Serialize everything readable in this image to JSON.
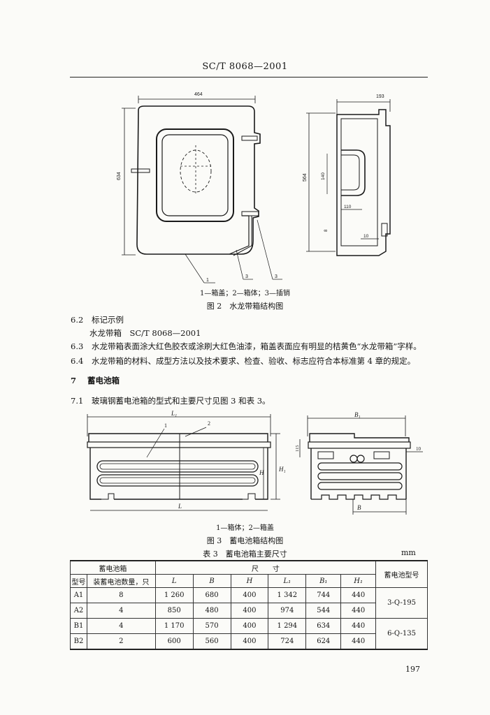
{
  "header": {
    "title": "SC/T 8068—2001"
  },
  "figure2": {
    "dim_width": "464",
    "dim_height_left": "634",
    "dim_right_width": "193",
    "dim_height_right": "564",
    "dim_140": "140",
    "dim_110": "110",
    "dim_8": "8",
    "dim_10": "10",
    "callouts": [
      "1",
      "3",
      "3"
    ],
    "legend": "1—箱盖；2—箱体；3—插销",
    "caption": "图 2　水龙带箱结构图"
  },
  "section6_2": {
    "num": "6.2",
    "title": "标记示例",
    "example": "水龙带箱　SC/T 8068—2001"
  },
  "section6_3": {
    "num": "6.3",
    "text": "水龙带箱表面涂大红色胶衣或涂刷大红色油漆，箱盖表面应有明显的桔黄色“水龙带箱”字样。"
  },
  "section6_4": {
    "num": "6.4",
    "text": "水龙带箱的材料、成型方法以及技术要求、检查、验收、标志应符合本标准第 4 章的规定。"
  },
  "section7": {
    "num": "7",
    "title": "蓄电池箱"
  },
  "section7_1": {
    "num": "7.1",
    "text": "玻璃钢蓄电池箱的型式和主要尺寸见图 3 和表 3。"
  },
  "figure3": {
    "label_L1": "L₁",
    "label_L": "L",
    "label_H": "H",
    "label_H1": "H₁",
    "label_B1": "B₁",
    "label_B": "B",
    "dim_115": "115",
    "dim_10": "10",
    "callouts": [
      "1",
      "2"
    ],
    "legend": "1—箱体；2—箱盖",
    "caption": "图 3　蓄电池箱结构图"
  },
  "table3": {
    "caption": "表 3　蓄电池箱主要尺寸",
    "unit": "mm",
    "group_header": "蓄电池箱",
    "size_header": "尺　　寸",
    "model_header": "蓄电池型号",
    "col_type": "型号",
    "col_count": "装蓄电池数量，只",
    "cols": [
      "L",
      "B",
      "H",
      "L₁",
      "B₁",
      "H₁"
    ],
    "rows": [
      {
        "type": "A1",
        "count": "8",
        "L": "1 260",
        "B": "680",
        "H": "400",
        "L1": "1 342",
        "B1": "744",
        "H1": "440"
      },
      {
        "type": "A2",
        "count": "4",
        "L": "850",
        "B": "480",
        "H": "400",
        "L1": "974",
        "B1": "544",
        "H1": "440"
      },
      {
        "type": "B1",
        "count": "4",
        "L": "1 170",
        "B": "570",
        "H": "400",
        "L1": "1 294",
        "B1": "634",
        "H1": "440"
      },
      {
        "type": "B2",
        "count": "2",
        "L": "600",
        "B": "560",
        "H": "400",
        "L1": "724",
        "B1": "624",
        "H1": "440"
      }
    ],
    "models": [
      "3-Q-195",
      "6-Q-135"
    ]
  },
  "page_number": "197"
}
